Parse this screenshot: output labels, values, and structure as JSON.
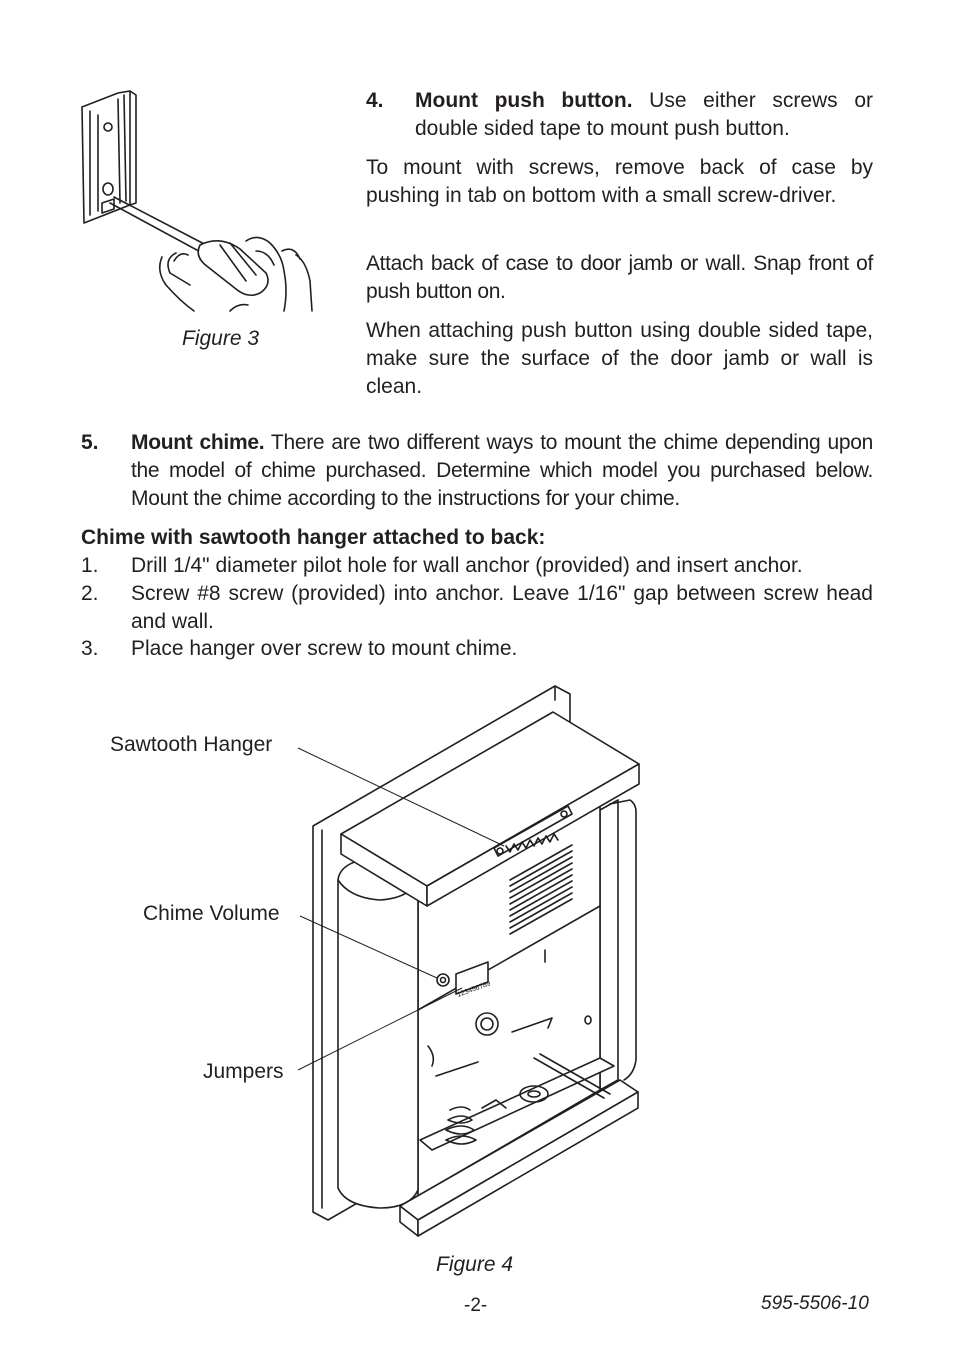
{
  "step4": {
    "number": "4.",
    "heading": "Mount push button.",
    "intro": " Use either screws or double sided tape to mount push button.",
    "para1": "To mount with screws, remove back of case by pushing in tab on bottom with a small screw-driver.",
    "para2": "Attach back of case to door jamb or wall. Snap front of push button on.",
    "para3": "When attaching push button using double sided tape, make sure the surface of the door jamb or wall is clean."
  },
  "figure3": {
    "caption": "Figure 3"
  },
  "step5": {
    "number": "5.",
    "heading": "Mount chime.",
    "body": " There are two different ways to mount the chime depending upon the model of chime purchased. Determine which model you purchased below. Mount the chime according to the instructions for your chime."
  },
  "sawtooth": {
    "heading": "Chime with sawtooth hanger attached to back:",
    "steps": [
      {
        "num": "1.",
        "text": "Drill 1/4\" diameter pilot hole for wall anchor (provided) and insert anchor."
      },
      {
        "num": "2.",
        "text": "Screw #8 screw (provided) into anchor. Leave 1/16\" gap between screw head and wall."
      },
      {
        "num": "3.",
        "text": "Place hanger over screw to mount chime."
      }
    ]
  },
  "figure4": {
    "caption": "Figure 4",
    "labels": {
      "hanger": "Sawtooth Hanger",
      "volume": "Chime Volume",
      "jumpers": "Jumpers"
    },
    "jumper_print": "123456789"
  },
  "footer": {
    "page": "-2-",
    "doc_number": "595-5506-10"
  }
}
